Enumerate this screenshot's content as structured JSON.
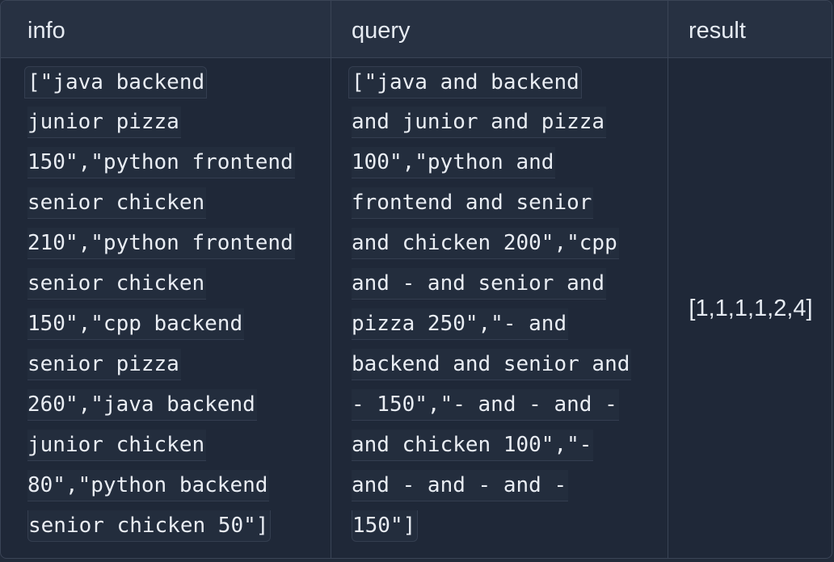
{
  "table": {
    "headers": {
      "info": "info",
      "query": "query",
      "result": "result"
    },
    "info_lines": [
      "[\"java backend",
      "junior pizza",
      "150\",\"python frontend",
      "senior chicken",
      "210\",\"python frontend",
      "senior chicken",
      "150\",\"cpp backend",
      "senior pizza",
      "260\",\"java backend",
      "junior chicken",
      "80\",\"python backend",
      "senior chicken 50\"]"
    ],
    "query_lines": [
      "[\"java and backend",
      "and junior and pizza",
      "100\",\"python and",
      "frontend and senior",
      "and chicken 200\",\"cpp",
      "and - and senior and",
      "pizza 250\",\"- and",
      "backend and senior and",
      "- 150\",\"- and - and -",
      "and chicken 100\",\"-",
      "and - and - and -",
      "150\"]"
    ],
    "result": "[1,1,1,1,2,4]"
  }
}
